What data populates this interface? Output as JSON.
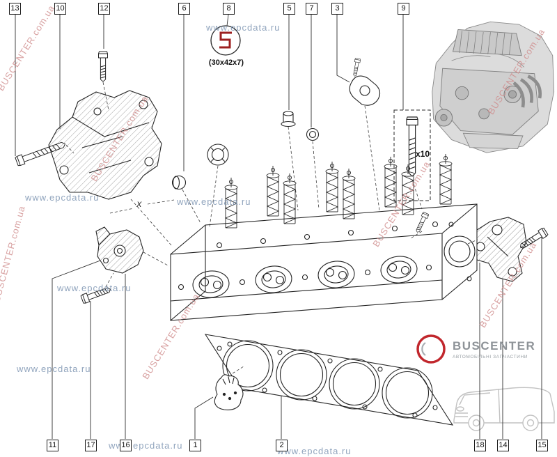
{
  "watermarks": {
    "epcdata": "www.epcdata.ru",
    "buscenter": "BUSCENTER.com.ua"
  },
  "callouts": {
    "top": [
      {
        "label": "13"
      },
      {
        "label": "10"
      },
      {
        "label": "12"
      },
      {
        "label": "6"
      },
      {
        "label": "8"
      },
      {
        "label": "5"
      },
      {
        "label": "7"
      },
      {
        "label": "3"
      },
      {
        "label": "9"
      }
    ],
    "bottom": [
      {
        "label": "11"
      },
      {
        "label": "17"
      },
      {
        "label": "16"
      },
      {
        "label": "1"
      },
      {
        "label": "2"
      },
      {
        "label": "18"
      },
      {
        "label": "14"
      },
      {
        "label": "15"
      }
    ]
  },
  "annotations": {
    "seal_dimensions": "(30x42x7)",
    "bolt_quantity": "x10",
    "section_mark": "X"
  },
  "logo": {
    "name": "BUSCENTER",
    "tagline": "АВТОМОБІЛЬНІ ЗАПЧАСТИНИ"
  },
  "colors": {
    "accent_red": "#c1272d",
    "line": "#242424",
    "watermark_blue": "#8fa3b8",
    "watermark_pink": "#cf9a9a"
  }
}
